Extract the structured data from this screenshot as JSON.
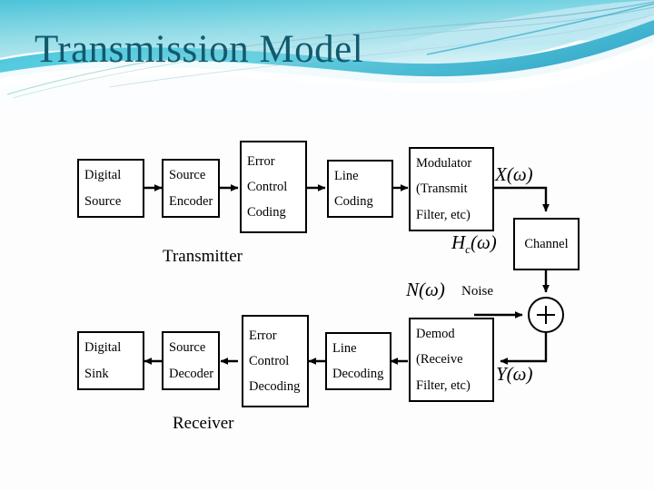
{
  "slide": {
    "title": "Transmission Model",
    "title_color": "#115a6e",
    "background_color": "#fdfdfe",
    "banner_colors": {
      "teal_light": "#7fd4e0",
      "teal_mid": "#4cc3d9",
      "teal_deep": "#2aa9c6",
      "blue_pale": "#bfe6ef",
      "white": "#ffffff"
    }
  },
  "diagram": {
    "type": "block-diagram",
    "line_color": "#000000",
    "box_fill": "#ffffff",
    "transmitter_chain": [
      {
        "id": "digital-source",
        "lines": [
          "Digital",
          "Source"
        ]
      },
      {
        "id": "source-encoder",
        "lines": [
          "Source",
          "Encoder"
        ]
      },
      {
        "id": "error-control-coding",
        "lines": [
          "Error",
          "Control",
          "Coding"
        ]
      },
      {
        "id": "line-coding",
        "lines": [
          "Line",
          "Coding"
        ]
      },
      {
        "id": "modulator",
        "lines": [
          "Modulator",
          "(Transmit",
          "Filter, etc)"
        ]
      }
    ],
    "receiver_chain": [
      {
        "id": "digital-sink",
        "lines": [
          "Digital",
          "Sink"
        ]
      },
      {
        "id": "source-decoder",
        "lines": [
          "Source",
          "Decoder"
        ]
      },
      {
        "id": "error-control-decoding",
        "lines": [
          "Error",
          "Control",
          "Decoding"
        ]
      },
      {
        "id": "line-decoding",
        "lines": [
          "Line",
          "Decoding"
        ]
      },
      {
        "id": "demodulator",
        "lines": [
          "Demod",
          "(Receive",
          "Filter, etc)"
        ]
      }
    ],
    "channel_box": {
      "id": "channel",
      "label": "Channel"
    },
    "summing_junction": {
      "id": "adder",
      "symbol": "+"
    },
    "signal_labels": {
      "transmitted": "X(ω)",
      "channel_response_main": "H",
      "channel_response_sub": "c",
      "channel_response_tail": "(ω)",
      "noise_symbol": "N(ω)",
      "noise_word": "Noise",
      "received": "Y(ω)"
    },
    "section_labels": {
      "transmitter": "Transmitter",
      "receiver": "Receiver"
    }
  }
}
